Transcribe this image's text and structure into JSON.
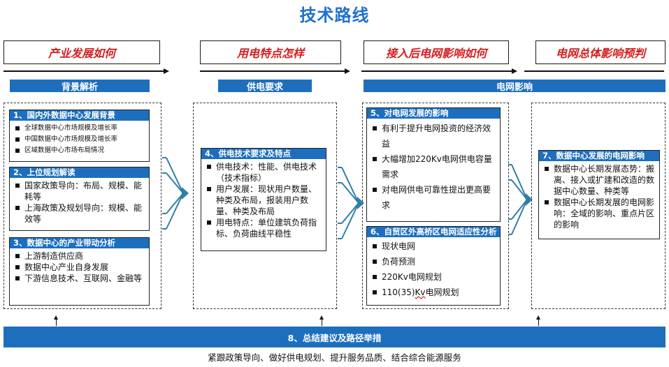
{
  "title": "技术路线",
  "stages": [
    {
      "label": "产业发展如何"
    },
    {
      "label": "用电特点怎样"
    },
    {
      "label": "接入后电网影响如何"
    },
    {
      "label": "电网总体影响预判"
    }
  ],
  "section_bars": {
    "background": "背景解析",
    "supply": "供电要求",
    "grid": "电网影响"
  },
  "panels": {
    "p1": {
      "title": "1、国内外数据中心发展背景",
      "items": [
        "全球数据中心市场规模及增长率",
        "中国数据中心市场规模及增长率",
        "区域数据中心市场布局情况"
      ]
    },
    "p2": {
      "title": "2、上位规划解读",
      "items": [
        "国家政策导向：布局、规模、能耗等",
        "上海政策及规划导向：规模、能效等"
      ]
    },
    "p3": {
      "title": "3、数据中心的产业带动分析",
      "items": [
        "上游制造供应商",
        "数据中心产业自身发展",
        "下游信息技术、互联网、金融等"
      ]
    },
    "p4": {
      "title": "4、供电技术要求及特点",
      "items": [
        "供电技术：性能、供电技术（技术指标）",
        "用户发展：现状用户数量、种类及布局，报装用户数量、种类及布局",
        "用电特点：单位建筑负荷指标、负荷曲线平稳性"
      ]
    },
    "p5": {
      "title": "5、对电网发展的影响",
      "items": [
        "有利于提升电网投资的经济效益",
        "大幅增加220Kv电网供电容量需求",
        "对电网供电可靠性提出更高要求"
      ]
    },
    "p6": {
      "title": "6、自贸区外高桥区电网适应性分析",
      "items": [
        "现状电网",
        "负荷预测",
        "220Kv电网规划"
      ],
      "last_prefix": "110(35)",
      "last_wavy": "Kv",
      "last_suffix": "电网规划"
    },
    "p7": {
      "title": "7、数据中心发展的电网影响",
      "items": [
        "数据中心长期发展态势：搬离、接入或扩建和改造的数据中心数量、种类等",
        "数据中心长期发展的电网影响：全域的影响、重点片区的影响"
      ]
    }
  },
  "bottom": {
    "title": "8、总结建议及路径举措",
    "text": "紧跟政策导向、做好供电规划、提升服务品质、结合综合能源服务"
  },
  "colors": {
    "accent": "#1d6fbe",
    "title": "#1f6fd1",
    "stage_text": "#d21e1e",
    "funnel": "#2f7fa6"
  }
}
